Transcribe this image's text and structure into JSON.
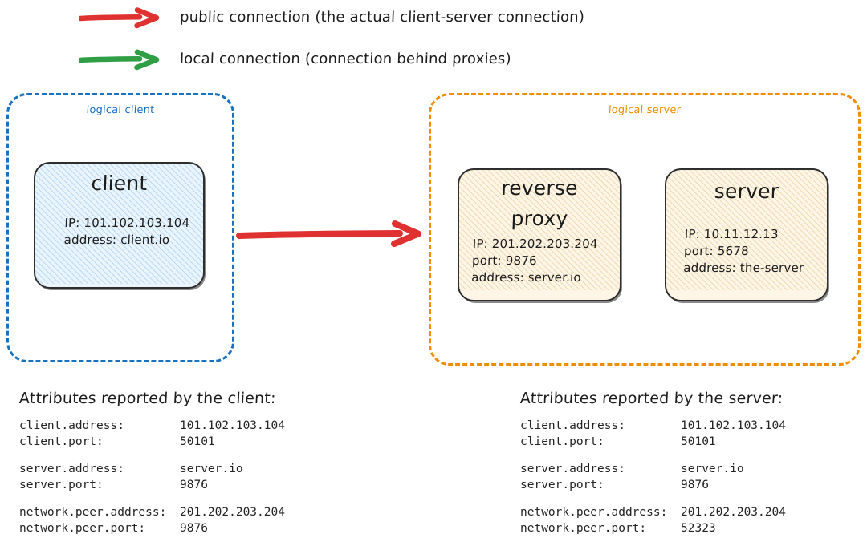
{
  "colors": {
    "public_arrow": "#e03131",
    "local_arrow": "#2f9e44",
    "logical_client_border": "#1971c2",
    "logical_server_border": "#f08c00",
    "client_fill": "#eaf4fd",
    "server_fill": "#fdf5e6",
    "node_border": "#2e2e2e"
  },
  "legend": {
    "items": [
      {
        "arrow": "red-arrow-icon",
        "label": "public connection (the actual client-server connection)"
      },
      {
        "arrow": "green-arrow-icon",
        "label": "local connection (connection behind proxies)"
      }
    ]
  },
  "logical_client": {
    "label": "logical client",
    "node": {
      "title": "client",
      "lines": [
        "IP: 101.102.103.104",
        "address: client.io"
      ]
    }
  },
  "logical_server": {
    "label": "logical server",
    "nodes": [
      {
        "title": "reverse",
        "title2": "proxy",
        "lines": [
          "IP: 201.202.203.204",
          "port: 9876",
          "address: server.io"
        ]
      },
      {
        "title": "server",
        "lines": [
          "IP: 10.11.12.13",
          "port: 5678",
          "address: the-server"
        ]
      }
    ]
  },
  "main_connection": {
    "arrow": "red-arrow-icon"
  },
  "attributes_client": {
    "title": "Attributes reported by the client:",
    "groups": [
      {
        "rows": [
          {
            "key": "client.address:",
            "value": "101.102.103.104"
          },
          {
            "key": "client.port:",
            "value": "50101"
          }
        ]
      },
      {
        "rows": [
          {
            "key": "server.address:",
            "value": "server.io"
          },
          {
            "key": "server.port:",
            "value": "9876"
          }
        ]
      },
      {
        "rows": [
          {
            "key": "network.peer.address:",
            "value": "201.202.203.204"
          },
          {
            "key": "network.peer.port:",
            "value": "9876"
          }
        ]
      }
    ]
  },
  "attributes_server": {
    "title": "Attributes reported by the server:",
    "groups": [
      {
        "rows": [
          {
            "key": "client.address:",
            "value": "101.102.103.104"
          },
          {
            "key": "client.port:",
            "value": "50101"
          }
        ]
      },
      {
        "rows": [
          {
            "key": "server.address:",
            "value": "server.io"
          },
          {
            "key": "server.port:",
            "value": "9876"
          }
        ]
      },
      {
        "rows": [
          {
            "key": "network.peer.address:",
            "value": "201.202.203.204"
          },
          {
            "key": "network.peer.port:",
            "value": "52323"
          }
        ]
      }
    ]
  }
}
